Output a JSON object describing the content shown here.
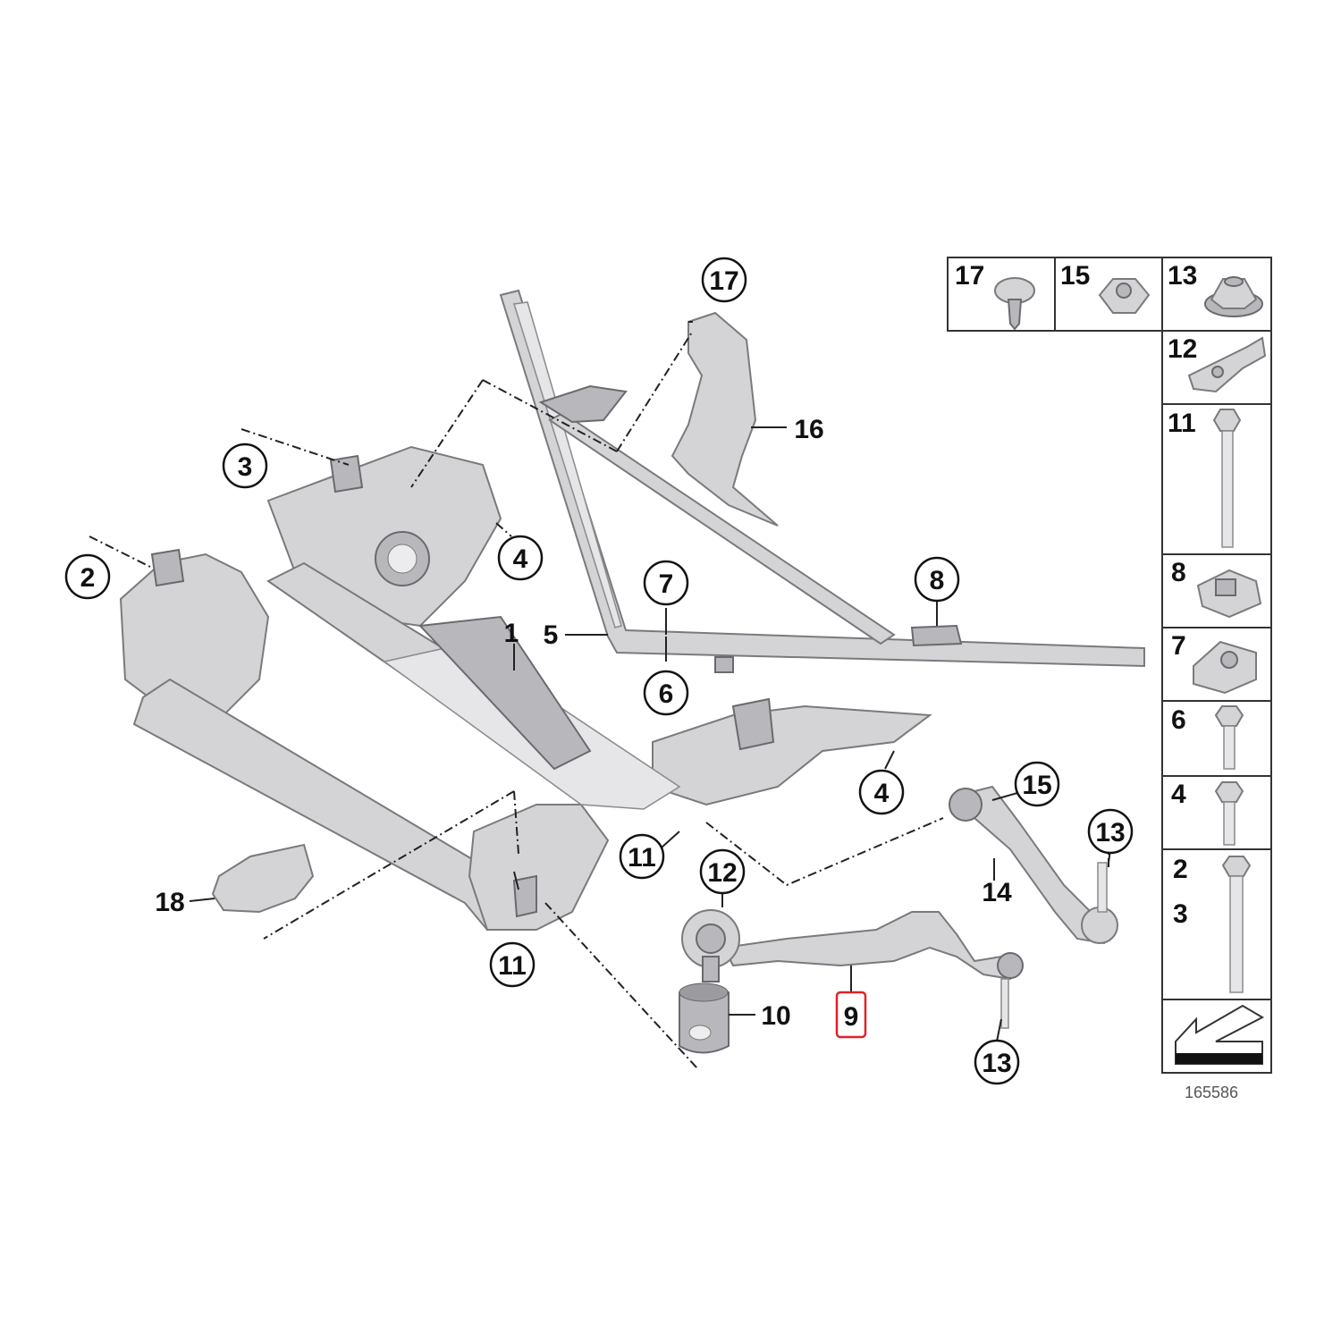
{
  "callouts": {
    "c17": "17",
    "c16": "16",
    "c3": "3",
    "c4a": "4",
    "c2": "2",
    "c7": "7",
    "c8": "8",
    "c5": "5",
    "c1": "1",
    "c6": "6",
    "c4b": "4",
    "c15": "15",
    "c13a": "13",
    "c11a": "11",
    "c12": "12",
    "c14": "14",
    "c18": "18",
    "c11b": "11",
    "c10": "10",
    "c9": "9",
    "c13b": "13"
  },
  "highlight_color": "#e0202a",
  "parts_panel": {
    "top_row": [
      "17",
      "15",
      "13"
    ],
    "column": [
      "12",
      "11",
      "8",
      "7",
      "6",
      "4"
    ],
    "bolt_labels": [
      "2",
      "3"
    ],
    "arrow_icon": "direction-arrow-icon"
  },
  "diagram_code": "165586"
}
